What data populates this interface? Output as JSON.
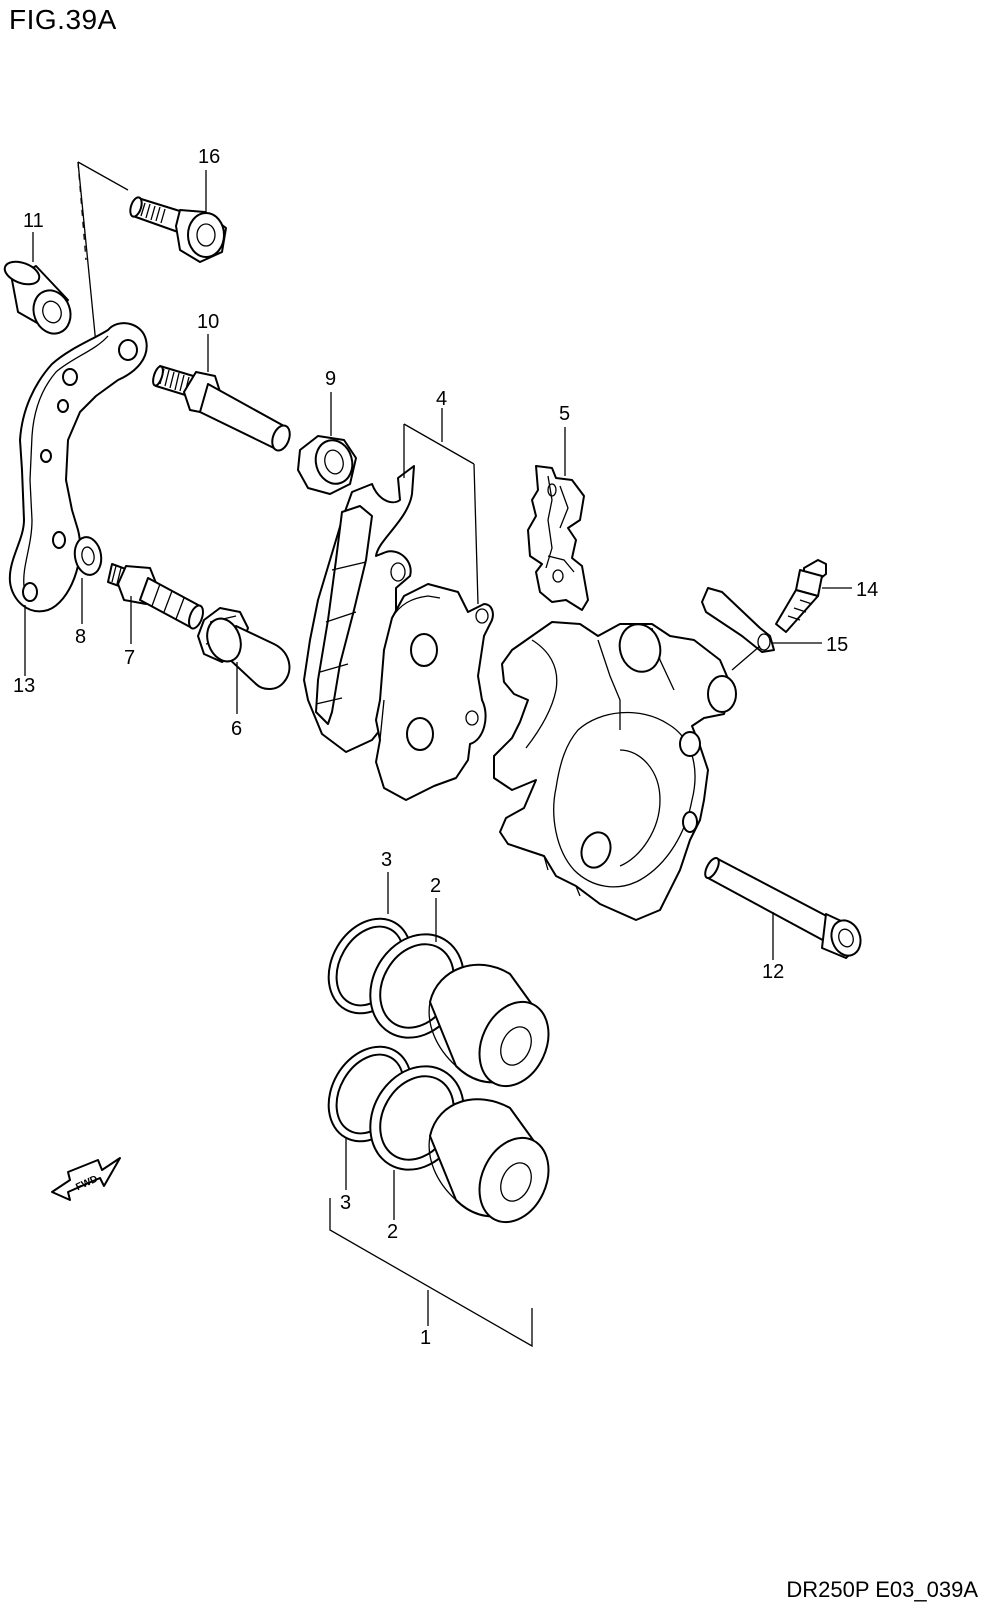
{
  "figure": {
    "title": "FIG.39A",
    "code": "DR250P E03_039A"
  },
  "fwd_label": "FWD",
  "callouts": [
    "16",
    "11",
    "10",
    "9",
    "4",
    "5",
    "14",
    "15",
    "13",
    "8",
    "7",
    "6",
    "12",
    "3",
    "2",
    "3",
    "2",
    "1"
  ]
}
